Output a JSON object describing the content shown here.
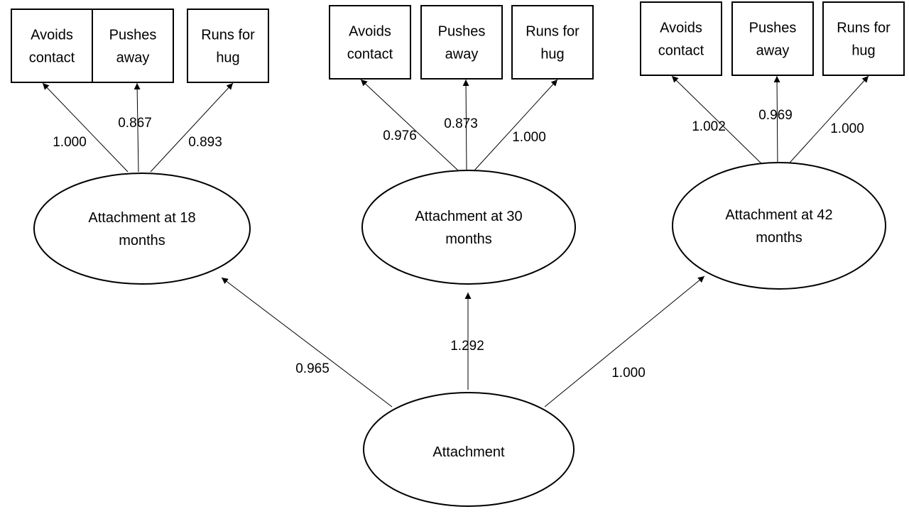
{
  "attachment": {
    "label": "Attachment"
  },
  "groups": [
    {
      "key": "18",
      "factor_lines": [
        "Attachment at 18",
        "months"
      ],
      "factor_loading": "0.965",
      "indicators": [
        {
          "lines": [
            "Avoids",
            "contact"
          ],
          "loading": "1.000"
        },
        {
          "lines": [
            "Pushes",
            "away"
          ],
          "loading": "0.867"
        },
        {
          "lines": [
            "Runs for",
            "hug"
          ],
          "loading": "0.893"
        }
      ]
    },
    {
      "key": "30",
      "factor_lines": [
        "Attachment at 30",
        "months"
      ],
      "factor_loading": "1.292",
      "indicators": [
        {
          "lines": [
            "Avoids",
            "contact"
          ],
          "loading": "0.976"
        },
        {
          "lines": [
            "Pushes",
            "away"
          ],
          "loading": "0.873"
        },
        {
          "lines": [
            "Runs for",
            "hug"
          ],
          "loading": "1.000"
        }
      ]
    },
    {
      "key": "42",
      "factor_lines": [
        "Attachment at 42",
        "months"
      ],
      "factor_loading": "1.000",
      "indicators": [
        {
          "lines": [
            "Avoids",
            "contact"
          ],
          "loading": "1.002"
        },
        {
          "lines": [
            "Pushes",
            "away"
          ],
          "loading": "0.969"
        },
        {
          "lines": [
            "Runs for",
            "hug"
          ],
          "loading": "1.000"
        }
      ]
    }
  ]
}
